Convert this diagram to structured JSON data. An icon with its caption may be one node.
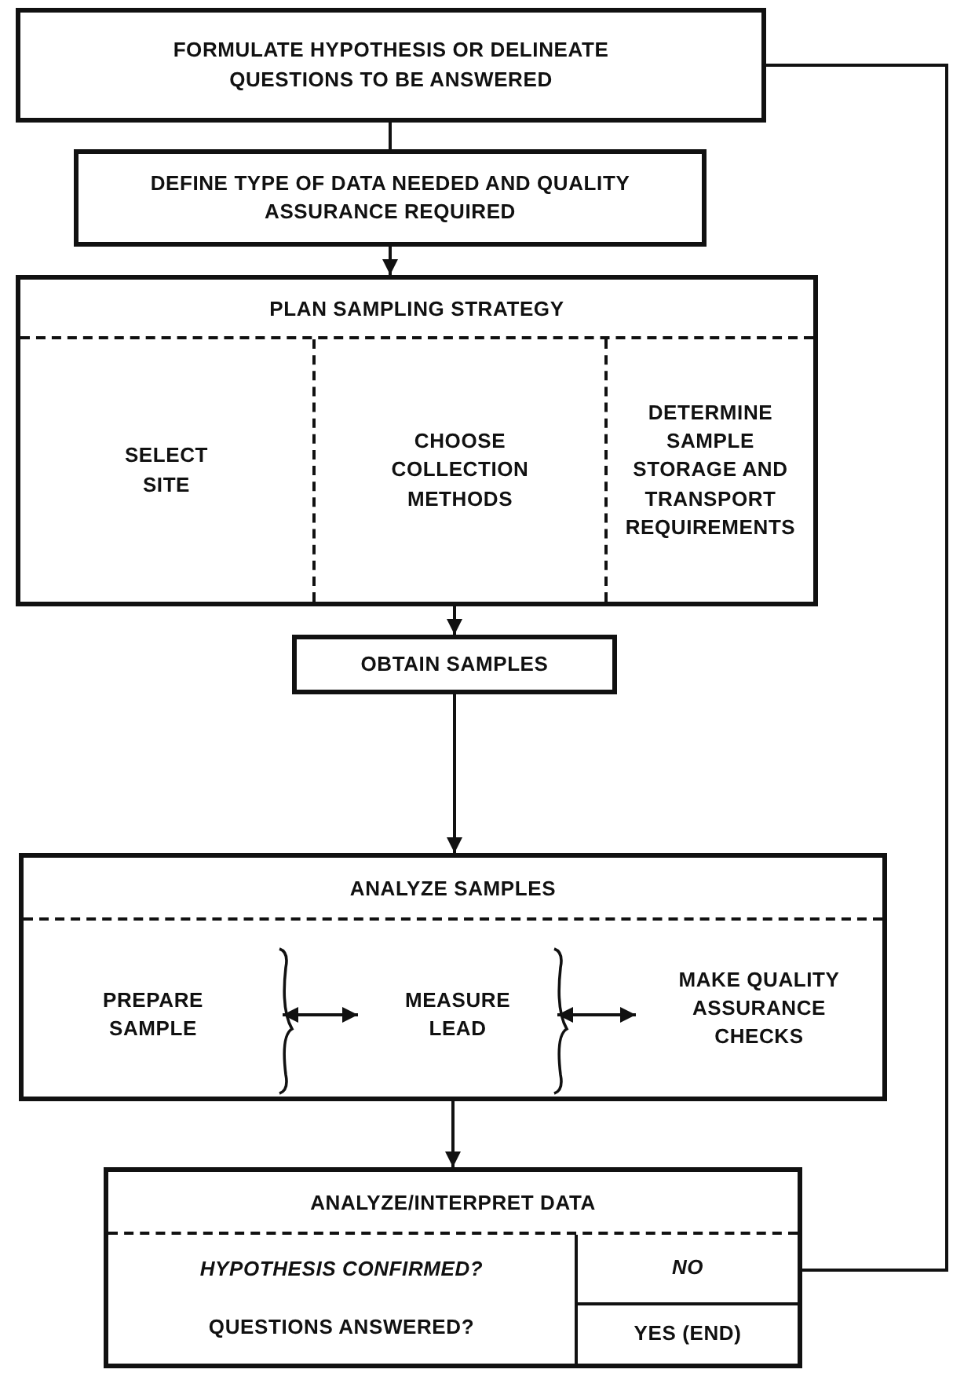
{
  "diagram": {
    "nodes": [
      {
        "text": [
          "FORMULATE HYPOTHESIS OR DELINEATE QUESTIONS TO BE ANSWERED"
        ]
      },
      {
        "text": [
          "DEFINE TYPE OF DATA NEEDED AND QUALITY ASSURANCE REQUIRED"
        ]
      },
      {
        "text": [
          "PLAN SAMPLING STRATEGY"
        ]
      },
      {
        "text": [
          "SELECT SITE"
        ],
        "in": 2
      },
      {
        "text": [
          "CHOOSE COLLECTION METHODS"
        ],
        "in": 2
      },
      {
        "text": [
          "DETERMINE SAMPLE STORAGE AND TRANSPORT REQUIREMENTS"
        ],
        "in": 2
      },
      {
        "text": [
          "OBTAIN SAMPLES"
        ]
      },
      {
        "text": [
          "ANALYZE SAMPLES"
        ]
      },
      {
        "text": [
          "PREPARE SAMPLE"
        ],
        "in": 7
      },
      {
        "text": [
          "MEASURE LEAD"
        ],
        "in": 7
      },
      {
        "text": [
          "MAKE QUALITY ASSURANCE CHECKS"
        ],
        "in": 7
      },
      {
        "text": [
          "ANALYZE/INTERPRET DATA"
        ]
      },
      {
        "text": [
          "HYPOTHESIS CONFIRMED?",
          "QUESTIONS ANSWERED?"
        ],
        "in": 11
      },
      {
        "text": [
          "NO"
        ],
        "in": 11
      },
      {
        "text": [
          "YES (END)"
        ],
        "in": 11
      }
    ],
    "edges": [
      {
        "from": 0,
        "to": 1,
        "arrow": "none"
      },
      {
        "from": 1,
        "to": 2,
        "arrow": "to"
      },
      {
        "from": 2,
        "to": 6,
        "arrow": "to"
      },
      {
        "from": 6,
        "to": 7,
        "arrow": "to"
      },
      {
        "from": 7,
        "to": 11,
        "arrow": "to"
      },
      {
        "from": 8,
        "to": 9,
        "arrow": "both"
      },
      {
        "from": 9,
        "to": 10,
        "arrow": "both"
      },
      {
        "from": 13,
        "to": 0,
        "arrow": "none"
      }
    ]
  }
}
